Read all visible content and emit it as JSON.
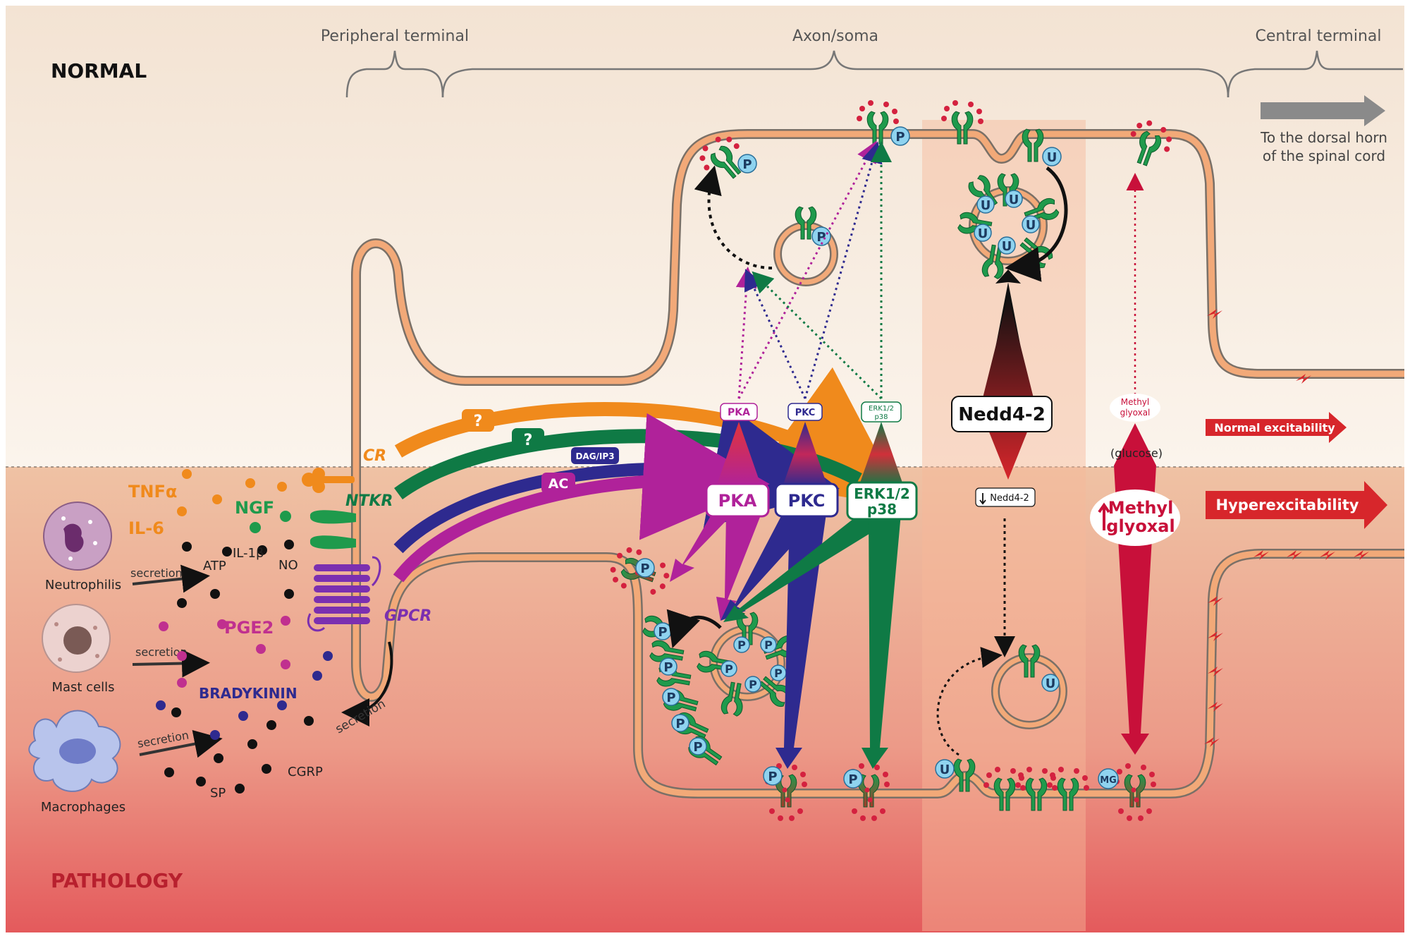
{
  "regions": {
    "normal": "NORMAL",
    "pathology": "PATHOLOGY"
  },
  "segments": {
    "peripheral": "Peripheral terminal",
    "axon": "Axon/soma",
    "central": "Central terminal"
  },
  "destination": {
    "line1": "To the dorsal horn",
    "line2": "of the spinal cord"
  },
  "cells": {
    "neutrophils": "Neutrophilis",
    "mast": "Mast cells",
    "macrophages": "Macrophages",
    "secretion": "secretion"
  },
  "mediators": {
    "tnf": "TNFα",
    "il6": "IL-6",
    "ngf": "NGF",
    "il1b": "IL-1β",
    "atp": "ATP",
    "no": "NO",
    "pge2": "PGE2",
    "bradykinin": "BRADYKININ",
    "sp": "SP",
    "cgrp": "CGRP"
  },
  "receptors": {
    "cr": "CR",
    "ntkr": "NTKR",
    "gpcr": "GPCR"
  },
  "pathway": {
    "question": "?",
    "dag": "DAG/IP3",
    "ac": "AC"
  },
  "kinases": {
    "pka": "PKA",
    "pkc": "PKC",
    "erk_line1": "ERK1/2",
    "erk_line2": "p38",
    "erk_small_line1": "ERK1/2",
    "erk_small_line2": "p38"
  },
  "markers": {
    "p": "P",
    "u": "U",
    "mg": "MG"
  },
  "nedd": {
    "main": "Nedd4-2",
    "decreased": "Nedd4-2"
  },
  "methylglyoxal": {
    "small_line1": "Methyl",
    "small_line2": "glyoxal",
    "glucose": "(glucose)",
    "big_line1": "Methyl",
    "big_line2": "glyoxal"
  },
  "outcomes": {
    "normal": "Normal excitability",
    "hyper": "Hyperexcitability"
  },
  "colors": {
    "membrane": "#f2a978",
    "membrane_edge": "#7a7067",
    "channel": "#1f9a4c",
    "pka": "#b0229a",
    "pkc": "#2e2a8f",
    "erk": "#0f7a45",
    "cr": "#f08a1c",
    "red": "#d7262b",
    "methyl": "#c8103a"
  }
}
